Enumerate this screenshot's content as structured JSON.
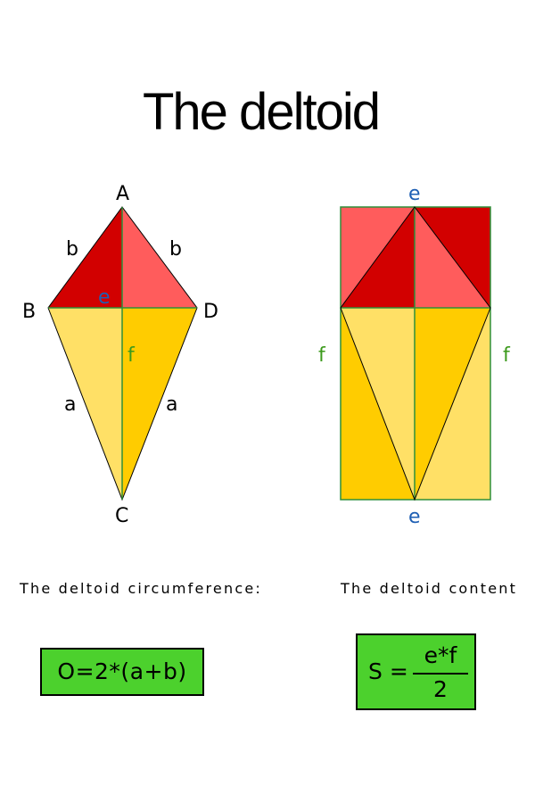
{
  "title": "The deltoid",
  "kite": {
    "vertex_labels": {
      "A": "A",
      "B": "B",
      "C": "C",
      "D": "D"
    },
    "side_labels": {
      "upper_left": "b",
      "upper_right": "b",
      "lower_left": "a",
      "lower_right": "a"
    },
    "diagonal_labels": {
      "horizontal": "e",
      "vertical": "f"
    }
  },
  "rectangle": {
    "top_label": "e",
    "bottom_label": "e",
    "left_label": "f",
    "right_label": "f"
  },
  "captions": {
    "circumference": "The deltoid circumference:",
    "content": "The deltoid content"
  },
  "formulas": {
    "circumference": "O=2*(a+b)",
    "area_lhs": "S =",
    "area_numerator": "e*f",
    "area_denominator": "2"
  },
  "colors": {
    "dark_red": "#d20000",
    "light_red": "#ff5c5c",
    "dark_yellow": "#ffcc00",
    "light_yellow": "#ffe066",
    "formula_green": "#4cd12d",
    "label_blue": "#1e5fb4",
    "label_green": "#3c9a1c",
    "line_green": "#2f8f3a"
  }
}
